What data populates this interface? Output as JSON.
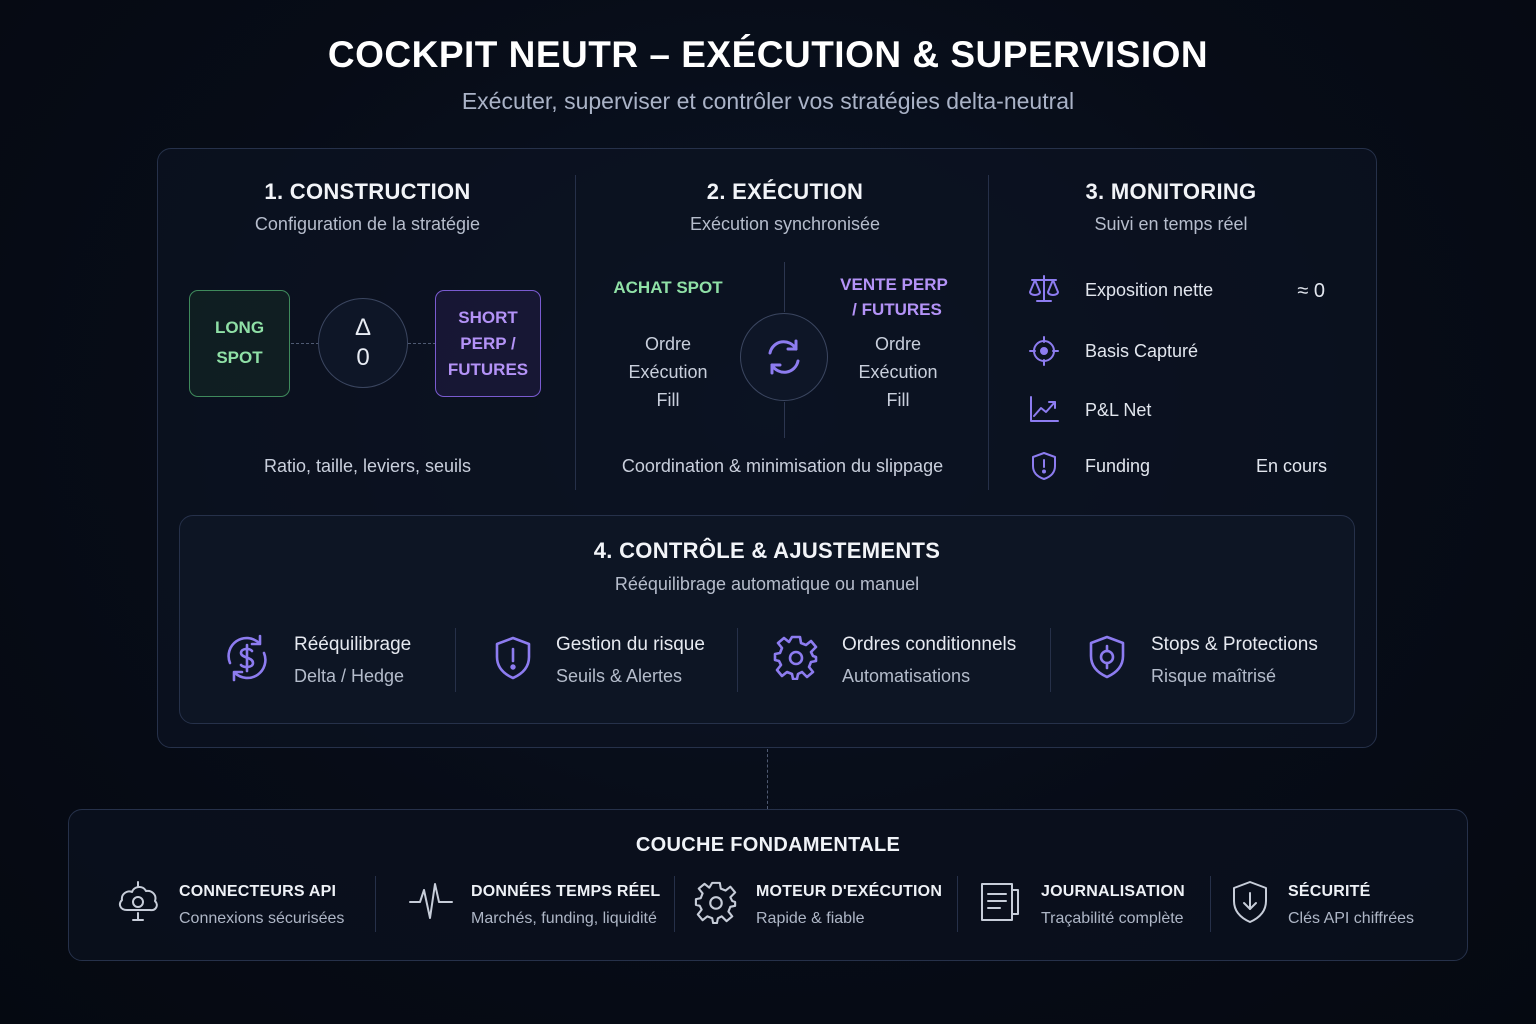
{
  "header": {
    "title": "COCKPIT NEUTR – EXÉCUTION & SUPERVISION",
    "subtitle": "Exécuter, superviser et contrôler vos stratégies delta-neutral"
  },
  "construction": {
    "title": "1. CONSTRUCTION",
    "subtitle": "Configuration de la stratégie",
    "long_line1": "LONG",
    "long_line2": "SPOT",
    "delta_symbol": "Δ",
    "delta_value": "0",
    "short_line1": "SHORT",
    "short_line2": "PERP /",
    "short_line3": "FUTURES",
    "footer": "Ratio, taille, leviers, seuils"
  },
  "execution": {
    "title": "2. EXÉCUTION",
    "subtitle": "Exécution synchronisée",
    "left_title": "ACHAT SPOT",
    "left_steps": [
      "Ordre",
      "Exécution",
      "Fill"
    ],
    "right_title_line1": "VENTE PERP",
    "right_title_line2": "/ FUTURES",
    "right_steps": [
      "Ordre",
      "Exécution",
      "Fill"
    ],
    "footer": "Coordination & minimisation du slippage"
  },
  "monitoring": {
    "title": "3. MONITORING",
    "subtitle": "Suivi en temps réel",
    "items": [
      {
        "label": "Exposition nette",
        "value": "≈ 0",
        "icon": "scale-icon"
      },
      {
        "label": "Basis Capturé",
        "value": "",
        "icon": "target-icon"
      },
      {
        "label": "P&L Net",
        "value": "",
        "icon": "chart-up-icon"
      },
      {
        "label": "Funding",
        "value": "En cours",
        "icon": "shield-alert-icon"
      }
    ]
  },
  "control": {
    "title": "4. CONTRÔLE & AJUSTEMENTS",
    "subtitle": "Rééquilibrage automatique ou manuel",
    "items": [
      {
        "title": "Rééquilibrage",
        "sub": "Delta / Hedge",
        "icon": "dollar-cycle-icon"
      },
      {
        "title": "Gestion du risque",
        "sub": "Seuils & Alertes",
        "icon": "shield-alert-icon"
      },
      {
        "title": "Ordres conditionnels",
        "sub": "Automatisations",
        "icon": "gear-icon"
      },
      {
        "title": "Stops & Protections",
        "sub": "Risque maîtrisé",
        "icon": "shield-target-icon"
      }
    ]
  },
  "foundation": {
    "title": "COUCHE FONDAMENTALE",
    "items": [
      {
        "title": "CONNECTEURS API",
        "sub": "Connexions sécurisées",
        "icon": "cloud-connector-icon"
      },
      {
        "title": "DONNÉES TEMPS RÉEL",
        "sub": "Marchés, funding, liquidité",
        "icon": "pulse-icon"
      },
      {
        "title": "MOTEUR D'EXÉCUTION",
        "sub": "Rapide & fiable",
        "icon": "gear-icon"
      },
      {
        "title": "JOURNALISATION",
        "sub": "Traçabilité complète",
        "icon": "document-icon"
      },
      {
        "title": "SÉCURITÉ",
        "sub": "Clés API chiffrées",
        "icon": "shield-check-icon"
      }
    ]
  },
  "colors": {
    "background": "#070c17",
    "long_green": "#8fe0a6",
    "short_purple": "#b493f7",
    "icon_purple": "#8d7cf0",
    "border": "#26314a"
  }
}
